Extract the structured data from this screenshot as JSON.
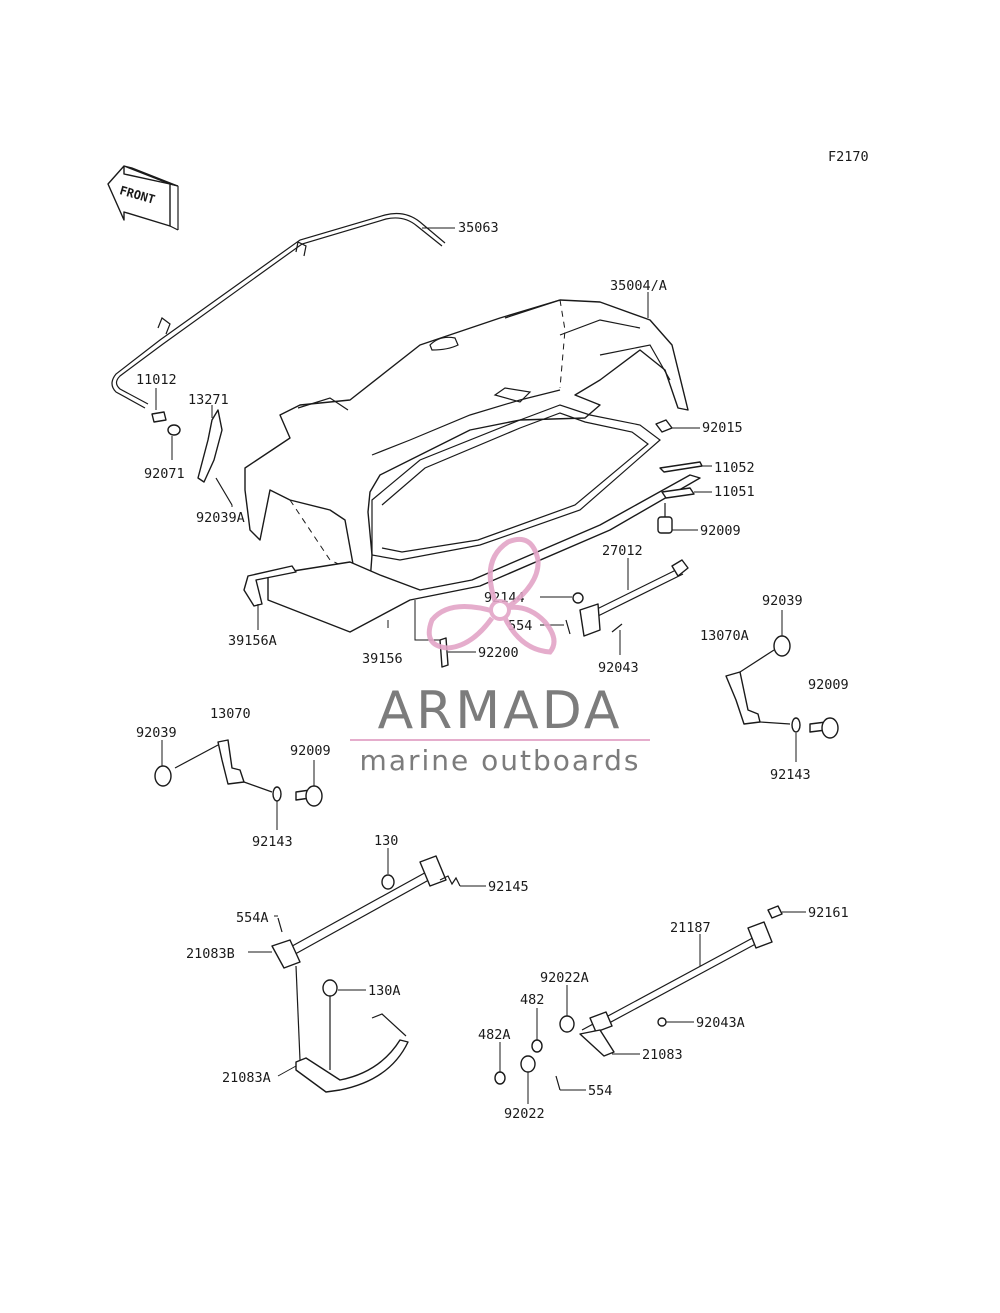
{
  "figure_code": "F2170",
  "front_label": "FRONT",
  "part_labels": {
    "p35063": "35063",
    "p35004A": "35004/A",
    "p11012": "11012",
    "p13271": "13271",
    "p92071": "92071",
    "p92039A": "92039A",
    "p92015": "92015",
    "p11052": "11052",
    "p11051": "11051",
    "p92009_top": "92009",
    "p27012": "27012",
    "p92144": "92144",
    "p554_top": "554",
    "p92043": "92043",
    "p92200": "92200",
    "p39156A": "39156A",
    "p39156": "39156",
    "p92039_right": "92039",
    "p13070A": "13070A",
    "p92009_right": "92009",
    "p92143_right": "92143",
    "p13070": "13070",
    "p92039_left": "92039",
    "p92009_left": "92009",
    "p92143_left": "92143",
    "p130": "130",
    "p92145": "92145",
    "p554A": "554A",
    "p21083B": "21083B",
    "p130A": "130A",
    "p21083A": "21083A",
    "p92161": "92161",
    "p21187": "21187",
    "p92022A": "92022A",
    "p482": "482",
    "p92043A": "92043A",
    "p482A": "482A",
    "p21083": "21083",
    "p554_bottom": "554",
    "p92022": "92022"
  },
  "watermark": {
    "brand": "ARMADA",
    "tagline": "marine outboards",
    "logo_color": "#e3a5c7",
    "text_color": "#6e6e6e"
  }
}
